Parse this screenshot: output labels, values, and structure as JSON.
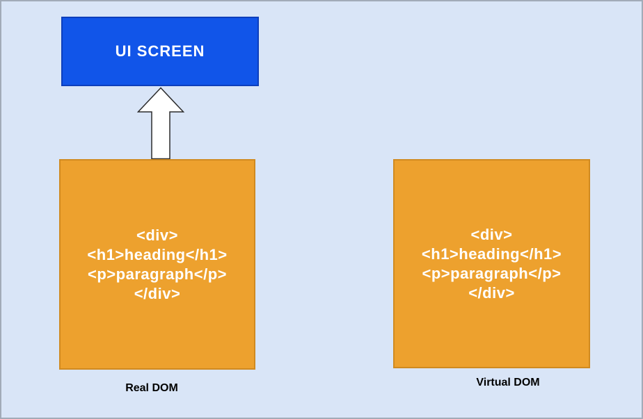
{
  "canvas": {
    "background_color": "#d9e5f7",
    "border_color": "#a2abb8"
  },
  "ui_screen": {
    "label": "UI SCREEN",
    "fill_color": "#1155e9",
    "border_color": "#0d3fbb",
    "text_color": "#ffffff"
  },
  "arrow": {
    "direction": "up",
    "fill_color": "#ffffff",
    "stroke_color": "#2b2b2b"
  },
  "real_dom": {
    "label": "Real DOM",
    "fill_color": "#eda12e",
    "border_color": "#d08a20",
    "text_color": "#ffffff",
    "lines": [
      "<div>",
      "<h1>heading</h1>",
      "<p>paragraph</p>",
      "</div>"
    ]
  },
  "virtual_dom": {
    "label": "Virtual DOM",
    "fill_color": "#eda12e",
    "border_color": "#d08a20",
    "text_color": "#ffffff",
    "lines": [
      "<div>",
      "<h1>heading</h1>",
      "<p>paragraph</p>",
      "</div>"
    ]
  }
}
